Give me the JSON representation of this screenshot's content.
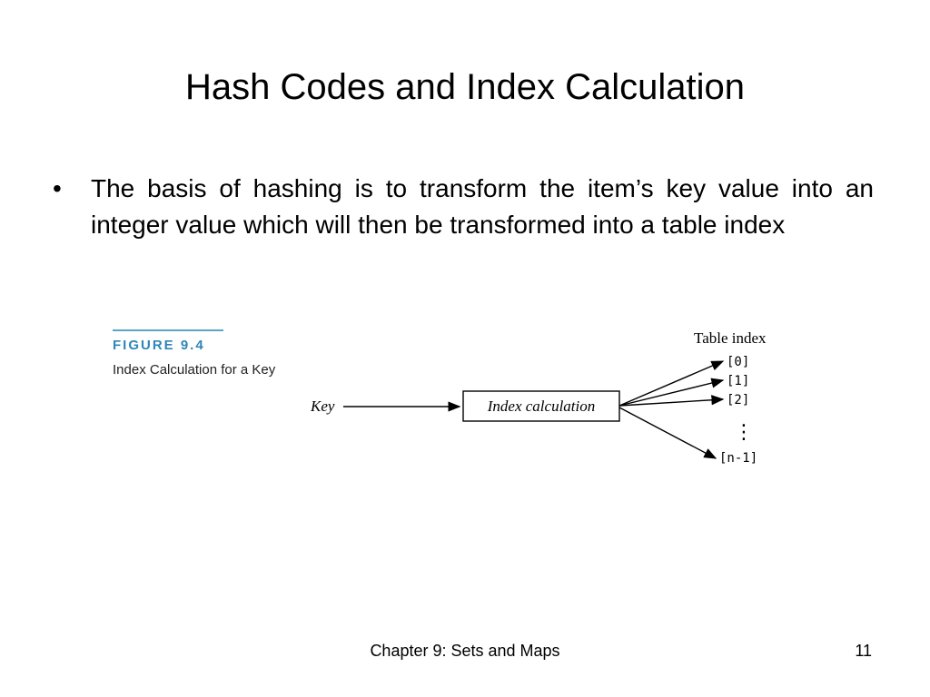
{
  "slide": {
    "title": "Hash Codes and Index Calculation",
    "bullets": [
      {
        "marker": "•",
        "text": "The basis of hashing is to transform the item’s key value into an integer value which will then be transformed into a table index"
      }
    ]
  },
  "figure": {
    "label": "FIGURE 9.4",
    "caption": "Index Calculation for a Key",
    "diagram": {
      "input_label": "Key",
      "box_label": "Index calculation",
      "output_header": "Table index",
      "indices": [
        "[0]",
        "[1]",
        "[2]",
        "[n-1]"
      ],
      "ellipsis": "⋮"
    }
  },
  "footer": {
    "chapter": "Chapter 9: Sets and Maps",
    "page_number": "11"
  },
  "colors": {
    "figure_accent": "#2f86b8",
    "figure_rule": "#5aa6c8"
  }
}
